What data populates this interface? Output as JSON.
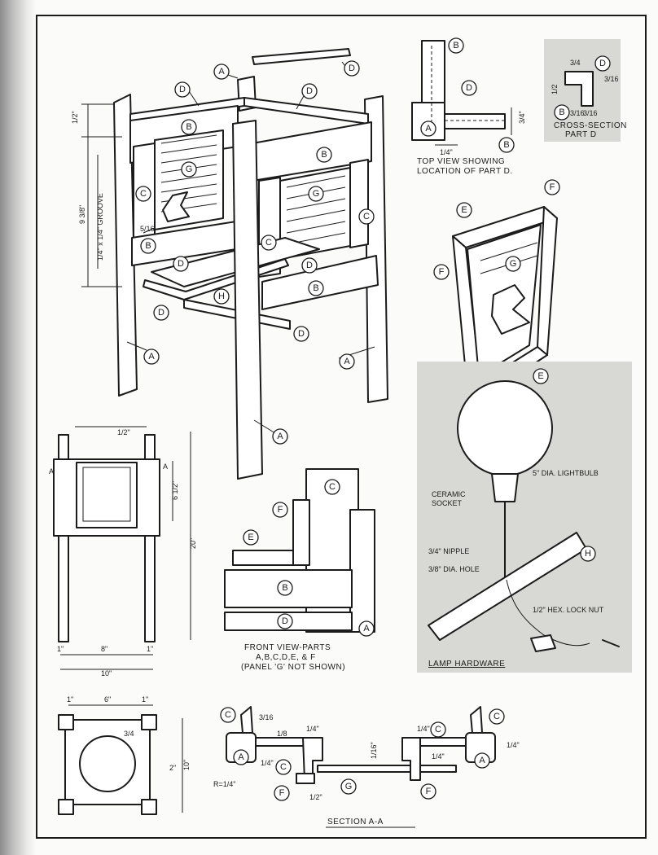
{
  "part_letters": [
    "A",
    "B",
    "C",
    "D",
    "E",
    "F",
    "G",
    "H"
  ],
  "dimensions": {
    "top_rail": "1/2\"",
    "groove_height": "9 3/8\"",
    "groove": "1/4\" x 1/4\" GROOVE",
    "groove_offset": "5/16",
    "top_view_width": "3/4\"",
    "top_view_depth": "1/4\"",
    "cross_top": "3/4",
    "cross_right": "3/16",
    "cross_left": "1/2",
    "cross_bottom_a": "3/16",
    "cross_bottom_b": "3/16",
    "front_top": "1/2\"",
    "front_panel": "6 1/2\"",
    "front_height": "20\"",
    "front_leg_left": "1\"",
    "front_inner": "8\"",
    "front_leg_right": "1\"",
    "front_total": "10\"",
    "plan_leg_left": "1\"",
    "plan_inner": "6\"",
    "plan_leg_right": "1\"",
    "plan_inset": "3/4",
    "plan_side": "2\"",
    "plan_total": "10\"",
    "section_radius": "R=1/4\"",
    "section_a": "3/16",
    "section_b": "1/8",
    "section_c": "1/4\"",
    "section_d": "1/4\"",
    "section_e": "1/2\"",
    "section_f": "1/4\"",
    "section_g": "1/16\"",
    "section_h": "1/4\"",
    "section_i": "1/4\""
  },
  "section_mark": "A",
  "captions": {
    "top_view_line1": "TOP VIEW SHOWING",
    "top_view_line2": "LOCATION OF PART D.",
    "cross_line1": "CROSS-SECTION",
    "cross_line2": "PART D",
    "front_line1": "FRONT VIEW-PARTS",
    "front_line2": "A,B,C,D,E, & F",
    "front_line3": "(PANEL 'G' NOT SHOWN)",
    "section": "SECTION A-A",
    "lamp": "LAMP HARDWARE"
  },
  "lamp_labels": {
    "bulb": "5\" DIA. LIGHTBULB",
    "socket_line1": "CERAMIC",
    "socket_line2": "SOCKET",
    "nipple": "3/4\" NIPPLE",
    "hole": "3/8\" DIA. HOLE",
    "nut": "1/2\" HEX. LOCK NUT"
  }
}
